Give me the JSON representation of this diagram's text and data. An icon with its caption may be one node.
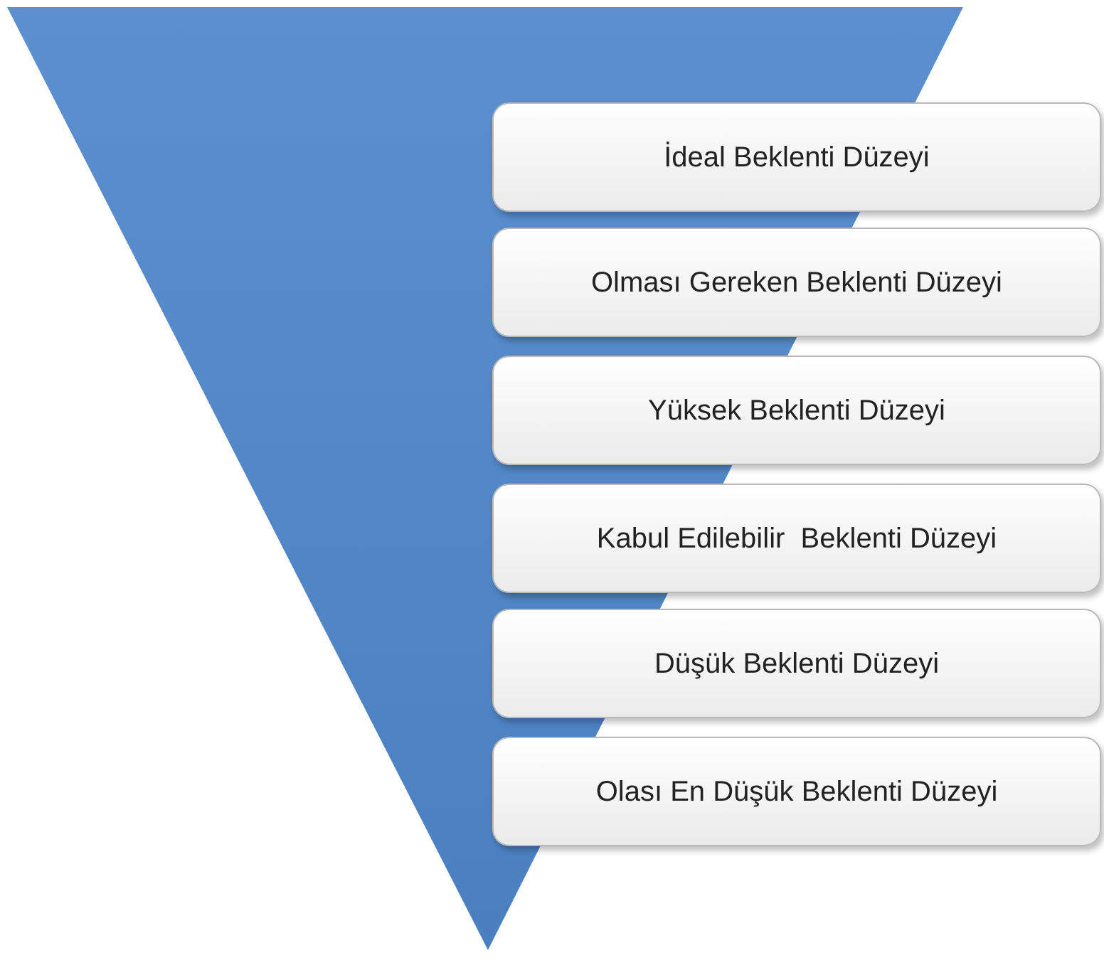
{
  "diagram": {
    "nodes": [
      {
        "text": [
          "İdeal Beklenti Düzeyi"
        ]
      },
      {
        "text": [
          "Olması Gereken Beklenti Düzeyi"
        ]
      },
      {
        "text": [
          "Yüksek Beklenti Düzeyi"
        ]
      },
      {
        "text": [
          "Kabul Edilebilir  Beklenti Düzeyi"
        ]
      },
      {
        "text": [
          "Düşük Beklenti Düzeyi"
        ]
      },
      {
        "text": [
          "Olası En Düşük Beklenti Düzeyi"
        ]
      }
    ]
  }
}
